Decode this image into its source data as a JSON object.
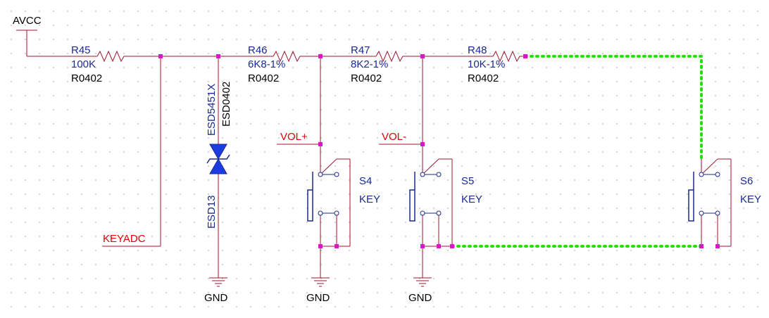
{
  "power": {
    "avcc": "AVCC"
  },
  "nets": {
    "keyadc": "KEYADC",
    "volplus": "VOL+",
    "volminus": "VOL-",
    "gnd": "GND"
  },
  "resistors": [
    {
      "ref": "R45",
      "value": "100K",
      "footprint": "R0402"
    },
    {
      "ref": "R46",
      "value": "6K8-1%",
      "footprint": "R0402"
    },
    {
      "ref": "R47",
      "value": "8K2-1%",
      "footprint": "R0402"
    },
    {
      "ref": "R48",
      "value": "10K-1%",
      "footprint": "R0402"
    }
  ],
  "esd": {
    "part": "ESD5451X",
    "footprint": "ESD0402",
    "ref": "ESD13"
  },
  "switches": [
    {
      "ref": "S4",
      "value": "KEY"
    },
    {
      "ref": "S5",
      "value": "KEY"
    },
    {
      "ref": "S6",
      "value": "KEY"
    }
  ],
  "colors": {
    "wire": "#a0152f",
    "junction": "#d916c9",
    "highlight": "#22e000",
    "part_text": "#1a2a90",
    "net_label": "#e00000"
  }
}
